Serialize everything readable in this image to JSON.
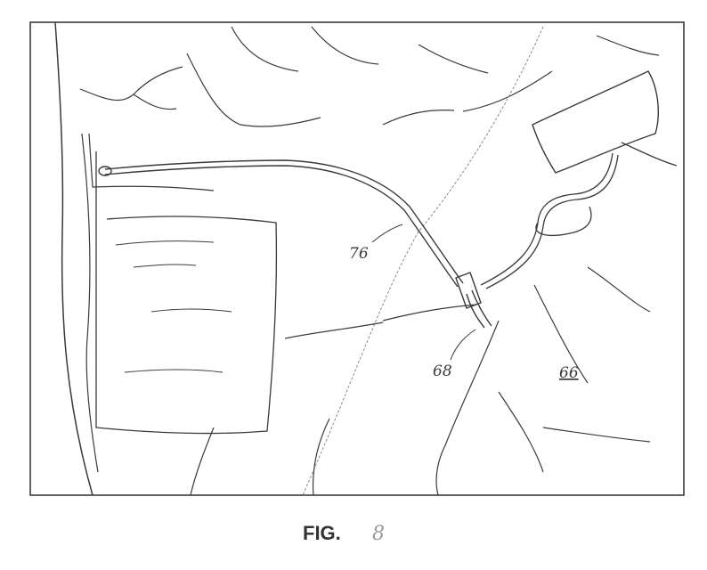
{
  "figure": {
    "caption_prefix": "FIG.",
    "caption_number": "8",
    "labels": {
      "ref_76": "76",
      "ref_68": "68",
      "ref_66": "66"
    }
  },
  "colors": {
    "line": "#3a3a3a",
    "light_line": "#8a8a8a",
    "background": "#ffffff"
  }
}
